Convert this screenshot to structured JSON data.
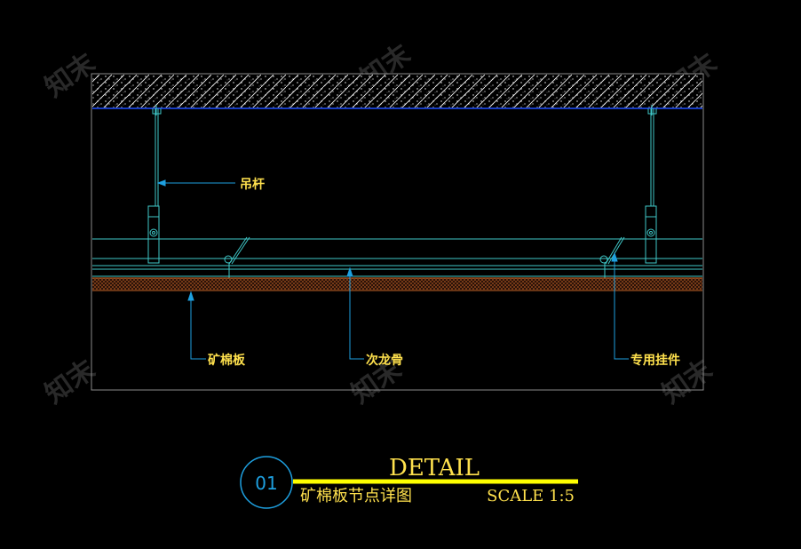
{
  "labels": {
    "hanger_rod": "吊杆",
    "mineral_board": "矿棉板",
    "secondary_keel": "次龙骨",
    "special_clip": "专用挂件"
  },
  "title_block": {
    "number": "01",
    "title": "DETAIL",
    "subtitle": "矿棉板节点详图",
    "scale": "SCALE 1:5"
  },
  "watermark": "知末",
  "colors": {
    "background": "#000000",
    "label_text": "#ffe14d",
    "leader": "#1ea0e0",
    "hardware": "#3fc8c8",
    "concrete_hatch": "#ffffff",
    "ceiling_board": "#d06a2a",
    "frame": "#8a8a8a",
    "title_bar": "#ffff00"
  }
}
